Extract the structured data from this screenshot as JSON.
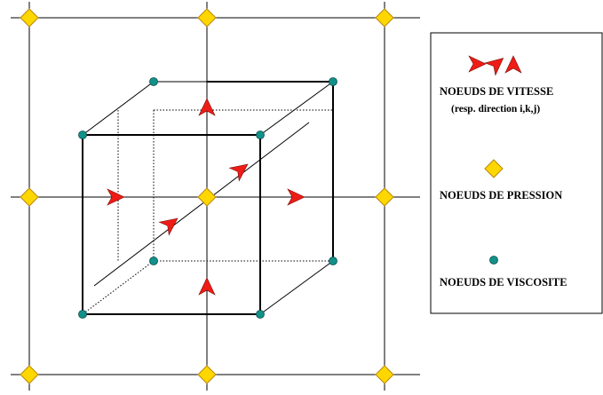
{
  "legend": {
    "velocity": {
      "label": "NOEUDS DE VITESSE",
      "sublabel": "(resp. direction i,k,j)"
    },
    "pressure": {
      "label": "NOEUDS DE PRESSION"
    },
    "viscosity": {
      "label": "NOEUDS DE VISCOSITE"
    }
  },
  "colors": {
    "velocity_arrow": "#ee1c16",
    "pressure_node": "#ffd700",
    "pressure_node_stroke": "#b8860b",
    "viscosity_node": "#12908a",
    "line": "#000000"
  },
  "icons": {
    "velocity": "red-arrowhead-icon",
    "pressure": "yellow-diamond-icon",
    "viscosity": "teal-dot-icon"
  }
}
